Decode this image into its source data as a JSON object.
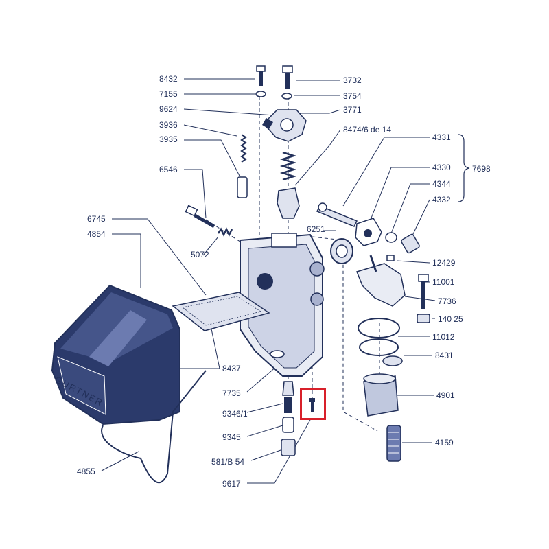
{
  "diagram": {
    "ink_color": "#22305a",
    "highlight_color": "#d8202a",
    "brand_text": "GURTNER",
    "parts": {
      "p8432": "8432",
      "p7155": "7155",
      "p9624": "9624",
      "p3936": "3936",
      "p3935": "3935",
      "p6546": "6546",
      "p5072": "5072",
      "p6745": "6745",
      "p4854": "4854",
      "p8437": "8437",
      "p7735": "7735",
      "p9346": "9346/1",
      "p9345": "9345",
      "p581": "581/B 54",
      "p9617": "9617",
      "p4855": "4855",
      "p3732": "3732",
      "p3754": "3754",
      "p3771": "3771",
      "p8474": "8474/6 de 14",
      "p4331": "4331",
      "p4330": "4330",
      "p4344": "4344",
      "p4332": "4332",
      "p7698": "7698",
      "p6251": "6251",
      "p12429": "12429",
      "p11001": "11001",
      "p7736": "7736",
      "p14025": "140 25",
      "p11012": "11012",
      "p8431": "8431",
      "p4901": "4901",
      "p4159": "4159"
    }
  }
}
